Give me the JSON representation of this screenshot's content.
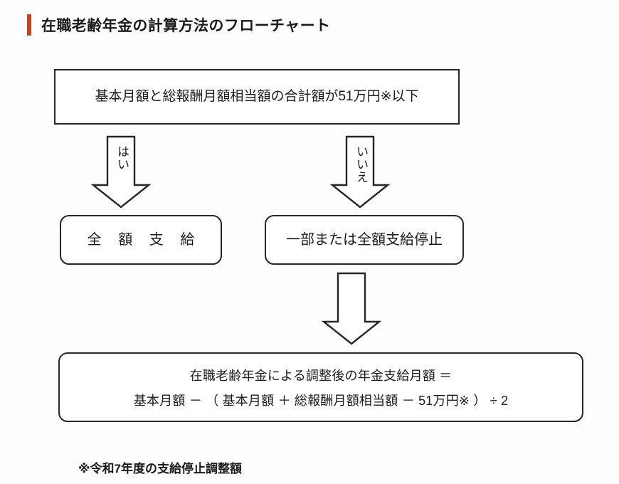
{
  "title": {
    "text": "在職老齢年金の計算方法のフローチャート",
    "accent_color": "#c8421f"
  },
  "flowchart": {
    "condition_box": {
      "text": "基本月額と総報酬月額相当額の合計額が51万円※以下",
      "shape": "rectangle"
    },
    "branches": [
      {
        "label": "はい",
        "arrow": "down-block-arrow",
        "result": {
          "text": "全 額 支 給",
          "shape": "rounded-rectangle"
        }
      },
      {
        "label": "いいえ",
        "arrow": "down-block-arrow",
        "result": {
          "text": "一部または全額支給停止",
          "shape": "rounded-rectangle"
        }
      }
    ],
    "final_arrow": {
      "label": "",
      "arrow": "down-block-arrow"
    },
    "formula_box": {
      "line1": "在職老齢年金による調整後の年金支給月額  ＝",
      "line2": "基本月額 － （ 基本月額 ＋ 総報酬月額相当額 － 51万円※ ） ÷ 2",
      "shape": "rounded-rectangle"
    }
  },
  "footnote": {
    "text": "※令和7年度の支給停止調整額"
  },
  "style": {
    "border_color": "#262626",
    "background_color": "#fdfdfd",
    "text_color": "#1b1b1b"
  }
}
